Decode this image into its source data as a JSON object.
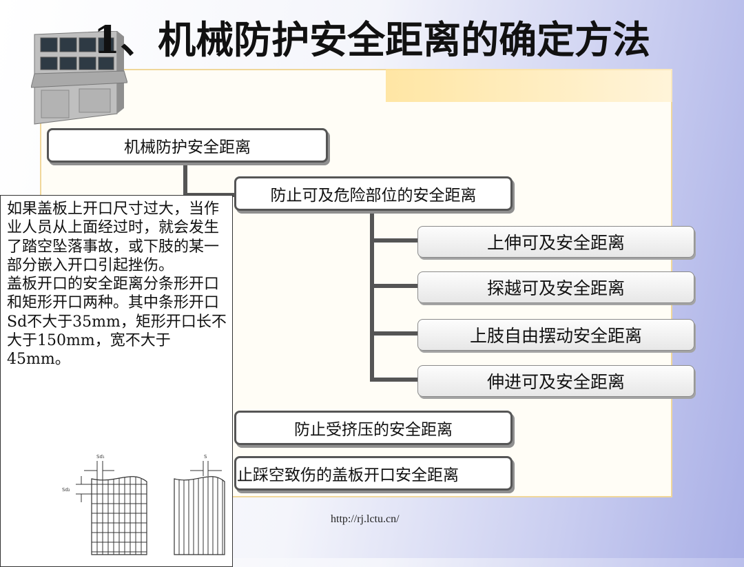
{
  "slide": {
    "title_number": "1、",
    "title_text": "机械防护安全距离的确定方法",
    "url": "http://rj.lctu.cn/"
  },
  "diagram": {
    "root": "机械防护安全距离",
    "branch_1": "防止可及危险部位的安全距离",
    "leaves": [
      "上伸可及安全距离",
      "探越可及安全距离",
      "上肢自由摆动安全距离",
      "伸进可及安全距离"
    ],
    "branch_2": "防止受挤压的安全距离",
    "branch_3": "防止踩空致伤的盖板开口安全距离"
  },
  "notes": {
    "p1": "如果盖板上开口尺寸过大，当作业人员从上面经过时，就会发生了踏空坠落事故，或下肢的某一部分嵌入开口引起挫伤。",
    "p2": "盖板开口的安全距离分条形开口和矩形开口两种。其中条形开口Sd不大于35mm，矩形开口长不大于150mm，宽不大于45mm。"
  },
  "figure": {
    "label_left_top": "Sd₁",
    "label_left_side": "Sd₂",
    "label_right_top": "S"
  }
}
